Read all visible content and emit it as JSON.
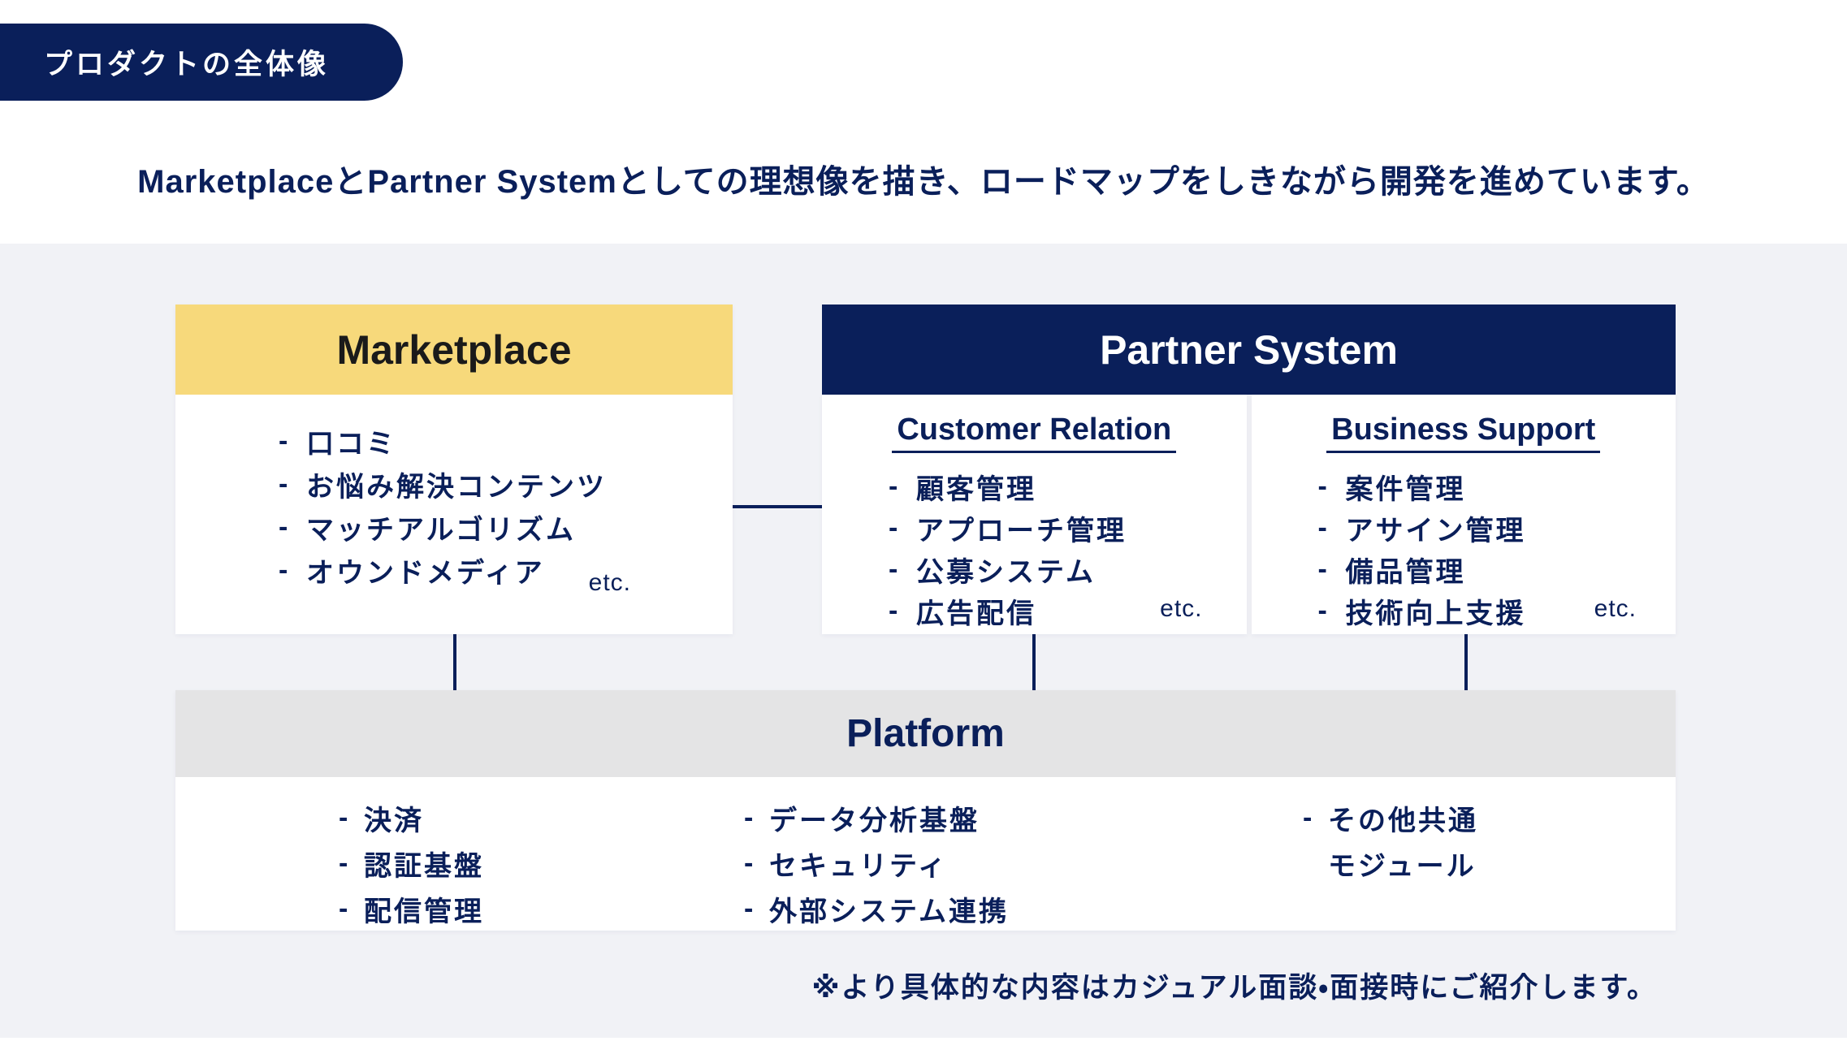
{
  "badge": {
    "label": "プロダクトの全体像"
  },
  "subtitle": "MarketplaceとPartner Systemとしての理想像を描き、ロードマップをしきながら開発を進めています。",
  "glyphs": {
    "dash": "-"
  },
  "marketplace": {
    "title": "Marketplace",
    "items": [
      "口コミ",
      "お悩み解決コンテンツ",
      "マッチアルゴリズム",
      "オウンドメディア"
    ],
    "etc_label": "etc."
  },
  "partner_system": {
    "title": "Partner System",
    "customer_relation": {
      "heading": "Customer Relation",
      "items": [
        "顧客管理",
        "アプローチ管理",
        "公募システム",
        "広告配信"
      ],
      "etc_label": "etc."
    },
    "business_support": {
      "heading": "Business Support",
      "items": [
        "案件管理",
        "アサイン管理",
        "備品管理",
        "技術向上支援"
      ],
      "etc_label": "etc."
    }
  },
  "platform": {
    "title": "Platform",
    "column1": {
      "items": [
        "決済",
        "認証基盤",
        "配信管理"
      ]
    },
    "column2": {
      "items": [
        "データ分析基盤",
        "セキュリティ",
        "外部システム連携"
      ]
    },
    "column3": {
      "item": "その他共通",
      "item_continuation": "モジュール"
    }
  },
  "footnote": "※より具体的な内容はカジュアル面談・面接時にご紹介します。",
  "colors": {
    "navy": "#0A1F5A",
    "yellow": "#F7D97B",
    "section_background": "#F1F2F6",
    "platform_header_gray": "#E4E4E5",
    "box_white": "#FFFFFF",
    "title_black": "#1A1A1A"
  }
}
